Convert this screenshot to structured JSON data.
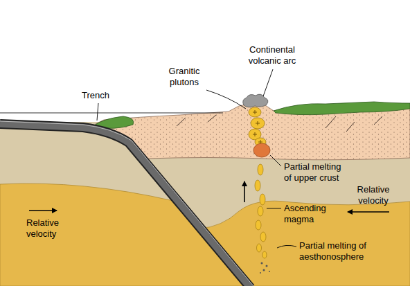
{
  "diagram": {
    "labels": [
      "Continental volcanic arc",
      "Granitic plutons",
      "Trench",
      "Partial melting of upper crust",
      "Relative velocity",
      "Ascending magma",
      "Relative velocity",
      "Partial melting of aesthonosphere"
    ]
  }
}
